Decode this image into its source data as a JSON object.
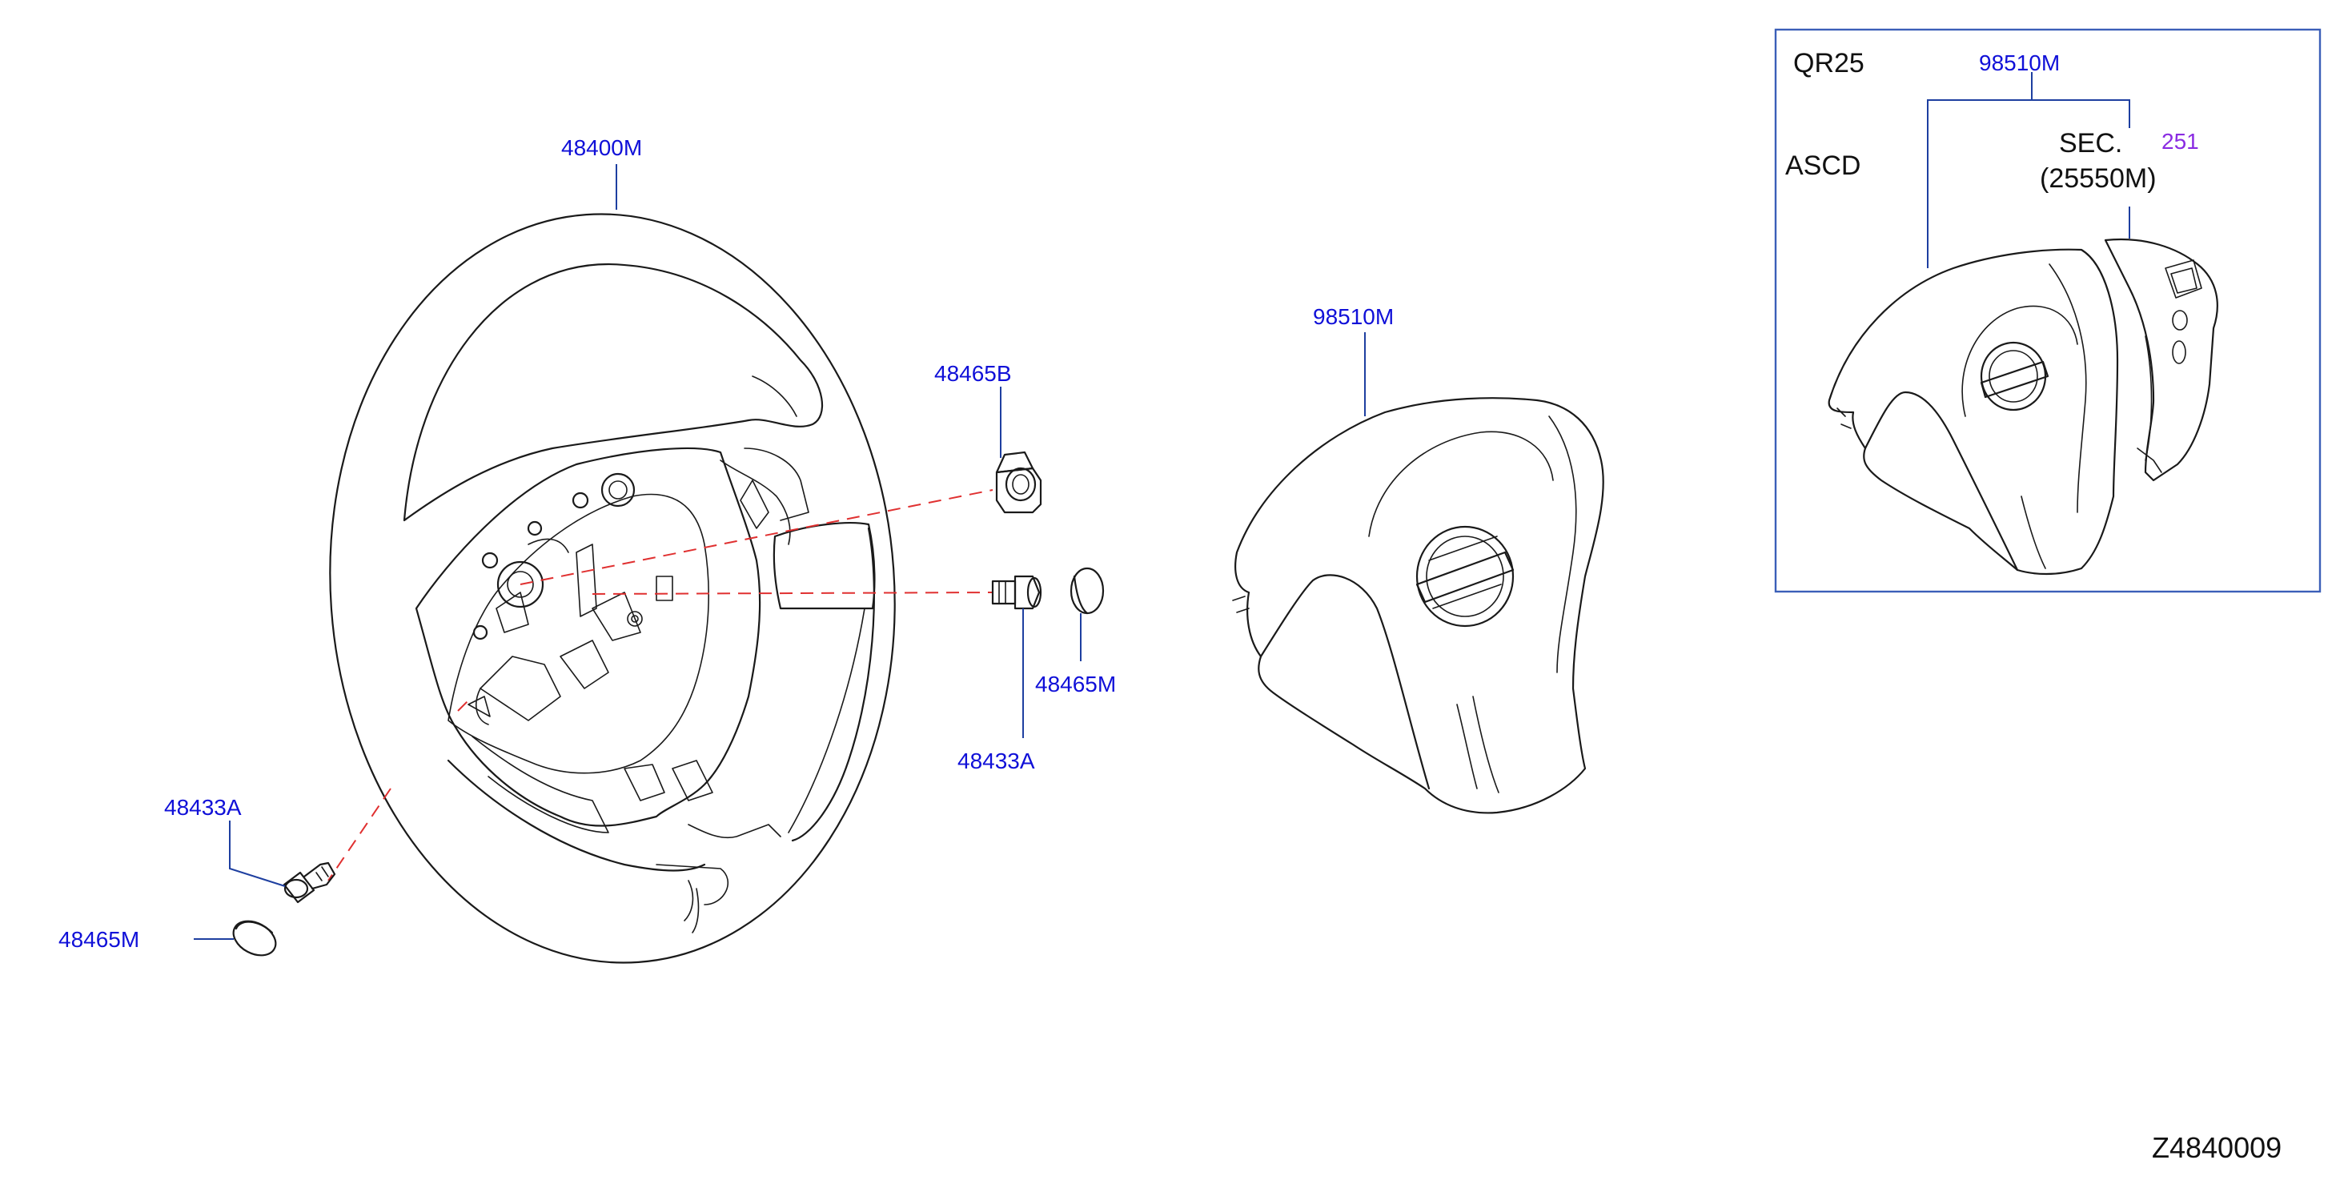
{
  "callouts": {
    "steering_wheel": "48400M",
    "bolt_left": "48433A",
    "cap_left": "48465M",
    "bushing": "48465B",
    "bolt_center": "48433A",
    "cap_center": "48465M",
    "airbag_module": "98510M"
  },
  "inset": {
    "engine": "QR25",
    "option": "ASCD",
    "airbag_callout": "98510M",
    "section_label": "SEC.",
    "section_number": "251",
    "switch_callout": "(25550M)"
  },
  "diagram_code": "Z4840009",
  "colors": {
    "callout_text": "#1010d8",
    "leader_line": "#1e3fa0",
    "dashed_guide": "#e03030",
    "section_link": "#8a2be2",
    "inset_border": "#3b5fb8"
  }
}
